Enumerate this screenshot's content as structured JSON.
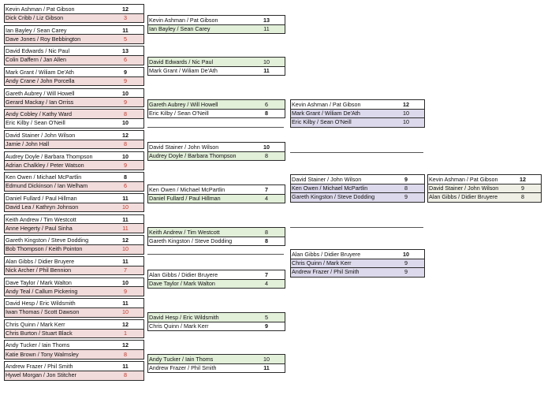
{
  "round1": [
    {
      "a": {
        "name": "Kevin Ashman / Pat Gibson",
        "score": "12",
        "win": true
      },
      "b": {
        "name": "Dick Cribb / Liz Gibson",
        "score": "3",
        "win": false
      }
    },
    {
      "a": {
        "name": "Ian Bayley / Sean Carey",
        "score": "11",
        "win": true
      },
      "b": {
        "name": "Dave Jones / Roy Bebbington",
        "score": "5",
        "win": false
      }
    },
    {
      "a": {
        "name": "David Edwards / Nic Paul",
        "score": "13",
        "win": true
      },
      "b": {
        "name": "Colin Daffern / Jan Allen",
        "score": "6",
        "win": false
      }
    },
    {
      "a": {
        "name": "Mark Grant / Wiliam De'Ath",
        "score": "9",
        "win": true
      },
      "b": {
        "name": "Andy Crane / John Porcella",
        "score": "9",
        "win": false
      }
    },
    {
      "a": {
        "name": "Gareth Aubrey / Will Howell",
        "score": "10",
        "win": true
      },
      "b": {
        "name": "Gerard Mackay / Ian Orriss",
        "score": "9",
        "win": false
      }
    },
    {
      "a": {
        "name": "Andy Cobley / Kathy Ward",
        "score": "8",
        "win": false
      },
      "b": {
        "name": "Eric Kilby / Sean O'Neill",
        "score": "10",
        "win": true
      }
    },
    {
      "a": {
        "name": "David Stainer / John Wilson",
        "score": "12",
        "win": true
      },
      "b": {
        "name": "Jamie / John Hall",
        "score": "8",
        "win": false
      }
    },
    {
      "a": {
        "name": "Audrey Doyle / Barbara Thompson",
        "score": "10",
        "win": true
      },
      "b": {
        "name": "Adrian Chalkley / Peter Watson",
        "score": "9",
        "win": false
      }
    },
    {
      "a": {
        "name": "Ken Owen / Michael McPartlin",
        "score": "8",
        "win": true
      },
      "b": {
        "name": "Edmund Dickinson / Ian Welham",
        "score": "6",
        "win": false
      }
    },
    {
      "a": {
        "name": "Daniel Fullard / Paul Hillman",
        "score": "11",
        "win": true
      },
      "b": {
        "name": "David Lea / Kathryn Johnson",
        "score": "10",
        "win": false
      }
    },
    {
      "a": {
        "name": "Keith Andrew / Tim Westcott",
        "score": "11",
        "win": true
      },
      "b": {
        "name": "Anne Hegerty / Paul Sinha",
        "score": "11",
        "win": false
      }
    },
    {
      "a": {
        "name": "Gareth Kingston / Steve Dodding",
        "score": "12",
        "win": true
      },
      "b": {
        "name": "Bob Thompson / Keith Pointon",
        "score": "10",
        "win": false
      }
    },
    {
      "a": {
        "name": "Alan Gibbs / Didier Bruyere",
        "score": "11",
        "win": true
      },
      "b": {
        "name": "Nick Archer / Phil Bennion",
        "score": "7",
        "win": false
      }
    },
    {
      "a": {
        "name": "Dave Taylor / Mark Walton",
        "score": "10",
        "win": true
      },
      "b": {
        "name": "Andy Teal / Callum Pickering",
        "score": "9",
        "win": false
      }
    },
    {
      "a": {
        "name": "David Hesp / Eric Wildsmith",
        "score": "11",
        "win": true
      },
      "b": {
        "name": "Iwan Thomas / Scott Dawson",
        "score": "10",
        "win": false
      }
    },
    {
      "a": {
        "name": "Chris Quinn / Mark Kerr",
        "score": "12",
        "win": true
      },
      "b": {
        "name": "Chris Burton / Stuart Black",
        "score": "1",
        "win": false
      }
    },
    {
      "a": {
        "name": "Andy Tucker / Iain Thoms",
        "score": "12",
        "win": true
      },
      "b": {
        "name": "Katie Brown / Tony Walmsley",
        "score": "8",
        "win": false
      }
    },
    {
      "a": {
        "name": "Andrew Frazer / Phil Smith",
        "score": "11",
        "win": true
      },
      "b": {
        "name": "Hywel Morgan / Jon Stitcher",
        "score": "8",
        "win": false
      }
    }
  ],
  "round2": [
    {
      "a": {
        "name": "Kevin Ashman / Pat Gibson",
        "score": "13",
        "win": true
      },
      "b": {
        "name": "Ian Bayley / Sean Carey",
        "score": "11",
        "win": false
      }
    },
    {
      "a": {
        "name": "David Edwards / Nic Paul",
        "score": "10",
        "win": false
      },
      "b": {
        "name": "Mark Grant / Wiliam De'Ath",
        "score": "11",
        "win": true
      }
    },
    {
      "a": {
        "name": "Gareth Aubrey / Will Howell",
        "score": "6",
        "win": false
      },
      "b": {
        "name": "Eric Kilby / Sean O'Neill",
        "score": "8",
        "win": true
      }
    },
    {
      "a": {
        "name": "David Stainer / John Wilson",
        "score": "10",
        "win": true
      },
      "b": {
        "name": "Audrey Doyle / Barbara Thompson",
        "score": "8",
        "win": false
      }
    },
    {
      "a": {
        "name": "Ken Owen / Michael McPartlin",
        "score": "7",
        "win": true
      },
      "b": {
        "name": "Daniel Fullard / Paul Hillman",
        "score": "4",
        "win": false
      }
    },
    {
      "a": {
        "name": "Keith Andrew / Tim Westcott",
        "score": "8",
        "win": false
      },
      "b": {
        "name": "Gareth Kingston / Steve Dodding",
        "score": "8",
        "win": true
      }
    },
    {
      "a": {
        "name": "Alan Gibbs / Didier Bruyere",
        "score": "7",
        "win": true
      },
      "b": {
        "name": "Dave Taylor / Mark Walton",
        "score": "4",
        "win": false
      }
    },
    {
      "a": {
        "name": "David Hesp / Eric Wildsmith",
        "score": "5",
        "win": false
      },
      "b": {
        "name": "Chris Quinn / Mark Kerr",
        "score": "9",
        "win": true
      }
    },
    {
      "a": {
        "name": "Andy Tucker / Iain Thoms",
        "score": "10",
        "win": false
      },
      "b": {
        "name": "Andrew Frazer / Phil Smith",
        "score": "11",
        "win": true
      }
    }
  ],
  "round3": [
    {
      "rows": [
        {
          "name": "Kevin Ashman / Pat Gibson",
          "score": "12",
          "win": true
        },
        {
          "name": "Mark Grant / Wiliam De'Ath",
          "score": "10",
          "win": false
        },
        {
          "name": "Eric Kilby / Sean O'Neill",
          "score": "10",
          "win": false
        }
      ]
    },
    {
      "rows": [
        {
          "name": "David Stainer / John Wilson",
          "score": "9",
          "win": true
        },
        {
          "name": "Ken Owen / Michael McPartlin",
          "score": "8",
          "win": false
        },
        {
          "name": "Gareth Kingston / Steve Dodding",
          "score": "9",
          "win": false
        }
      ]
    },
    {
      "rows": [
        {
          "name": "Alan Gibbs / Didier Bruyere",
          "score": "10",
          "win": true
        },
        {
          "name": "Chris Quinn / Mark Kerr",
          "score": "9",
          "win": false
        },
        {
          "name": "Andrew Frazer / Phil Smith",
          "score": "9",
          "win": false
        }
      ]
    }
  ],
  "final": {
    "rows": [
      {
        "name": "Kevin Ashman / Pat Gibson",
        "score": "12",
        "win": true
      },
      {
        "name": "David Stainer / John Wilson",
        "score": "9",
        "win": false
      },
      {
        "name": "Alan Gibbs / Didier Bruyere",
        "score": "8",
        "win": false
      }
    ]
  }
}
